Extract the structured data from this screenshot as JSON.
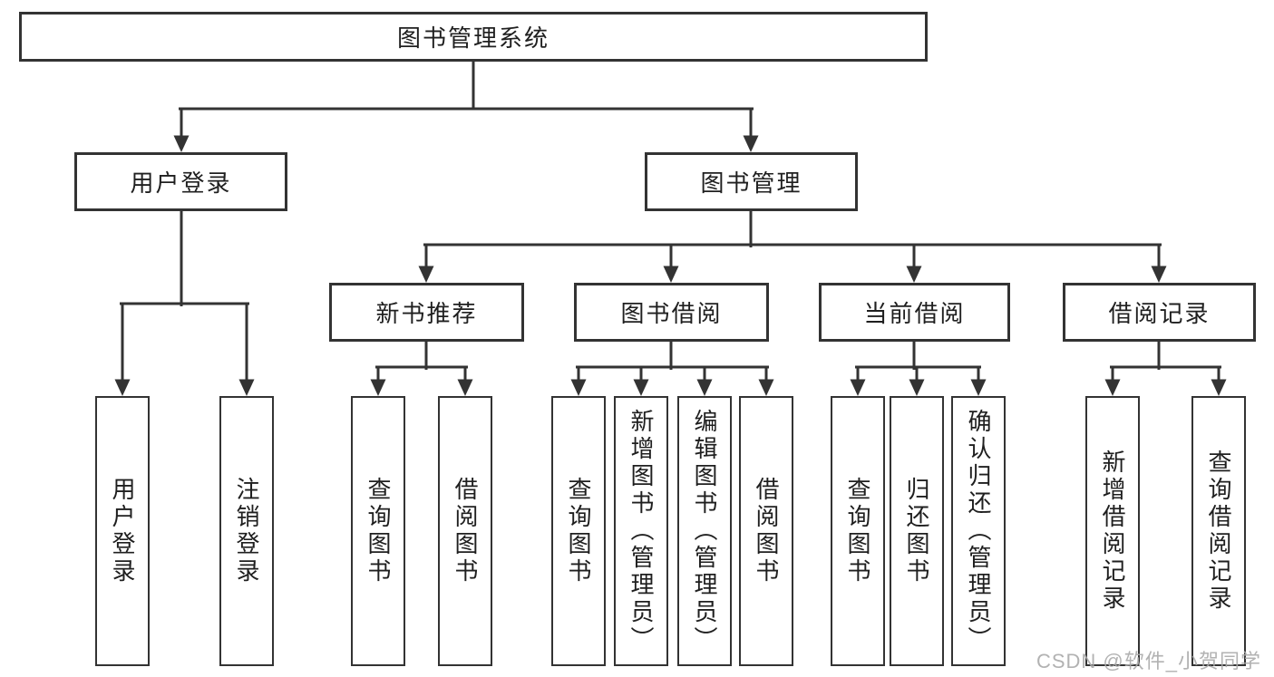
{
  "diagram": {
    "root": {
      "label": "图书管理系统"
    },
    "level2": [
      {
        "label": "用户登录"
      },
      {
        "label": "图书管理"
      }
    ],
    "level3": [
      {
        "label": "新书推荐",
        "parent": "图书管理"
      },
      {
        "label": "图书借阅",
        "parent": "图书管理"
      },
      {
        "label": "当前借阅",
        "parent": "图书管理"
      },
      {
        "label": "借阅记录",
        "parent": "图书管理"
      }
    ],
    "leaves": [
      {
        "label": "用户登录",
        "parent": "用户登录"
      },
      {
        "label": "注销登录",
        "parent": "用户登录"
      },
      {
        "label": "查询图书",
        "parent": "新书推荐"
      },
      {
        "label": "借阅图书",
        "parent": "新书推荐"
      },
      {
        "label": "查询图书",
        "parent": "图书借阅"
      },
      {
        "label": "新增图书（管理员）",
        "parent": "图书借阅"
      },
      {
        "label": "编辑图书（管理员）",
        "parent": "图书借阅"
      },
      {
        "label": "借阅图书",
        "parent": "图书借阅"
      },
      {
        "label": "查询图书",
        "parent": "当前借阅"
      },
      {
        "label": "归还图书",
        "parent": "当前借阅"
      },
      {
        "label": "确认归还（管理员）",
        "parent": "当前借阅"
      },
      {
        "label": "新增借阅记录",
        "parent": "借阅记录"
      },
      {
        "label": "查询借阅记录",
        "parent": "借阅记录"
      }
    ],
    "watermark": "CSDN @软件_小贺同学",
    "colors": {
      "line": "#333333",
      "text": "#1f1f1f",
      "box_fill": "#ffffff",
      "watermark": "#aaaaaa",
      "background": "#ffffff"
    }
  }
}
